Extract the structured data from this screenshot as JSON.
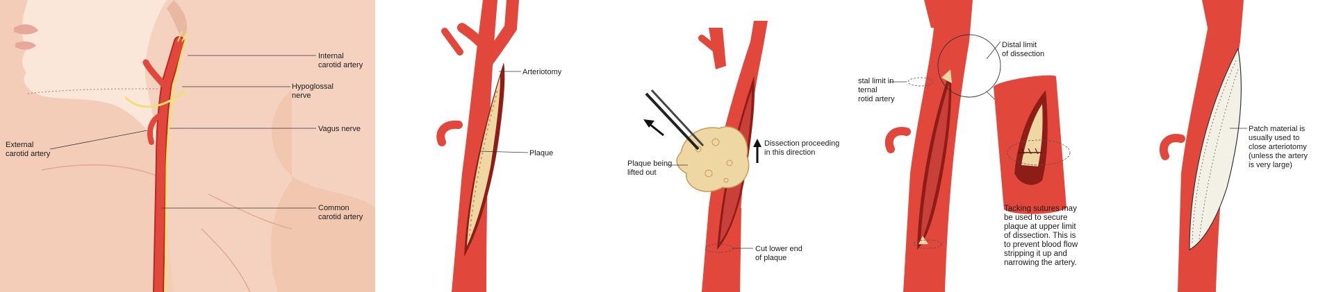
{
  "colors": {
    "artery": "#e2473b",
    "artery_dark": "#b52a22",
    "lumen": "#c9403a",
    "plaque": "#efd7a4",
    "plaque_dark": "#c89a57",
    "skin": "#f2c9b3",
    "nerve": "#f1df74",
    "patch": "#f3f1e6"
  },
  "panel1": {
    "internal_carotid": [
      "Internal",
      "carotid artery"
    ],
    "hypoglossal": [
      "Hypoglossal",
      "nerve"
    ],
    "vagus": [
      "Vagus nerve"
    ],
    "external_carotid": [
      "External",
      "carotid artery"
    ],
    "common_carotid": [
      "Common",
      "carotid artery"
    ]
  },
  "panel2": {
    "arteriotomy": [
      "Arteriotomy"
    ],
    "plaque": [
      "Plaque"
    ]
  },
  "panel3": {
    "dissection": [
      "Dissection proceeding",
      "in this direction"
    ],
    "plaque_lifted": [
      "Plaque being",
      "lifted out"
    ],
    "cut_lower": [
      "Cut lower end",
      "of plaque"
    ]
  },
  "panel4": {
    "distal_limit": [
      "Distal limit",
      "of dissection"
    ],
    "distal_limit_internal": [
      "stal limit in",
      "ternal",
      "rotid artery"
    ],
    "tacking": [
      "Tacking sutures may",
      "be used to secure",
      "plaque at upper limit",
      "of dissection. This is",
      "to prevent blood flow",
      "stripping it up and",
      "narrowing the artery."
    ]
  },
  "panel5": {
    "patch": [
      "Patch material is",
      "usually used to",
      "close arteriotomy",
      "(unless the artery",
      "is very large)"
    ]
  }
}
